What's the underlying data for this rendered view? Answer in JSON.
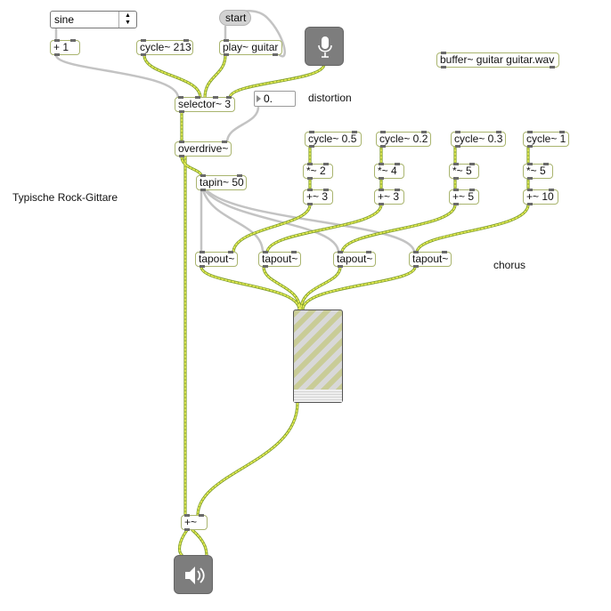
{
  "objects": {
    "sine_menu": "sine",
    "start_msg": "start",
    "plus_one": "+ 1",
    "cycle_213": "cycle~ 213",
    "play_guitar": "play~ guitar",
    "buffer": "buffer~ guitar guitar.wav",
    "selector": "selector~ 3",
    "number_box": "0.",
    "overdrive": "overdrive~",
    "tapin": "tapin~ 50",
    "cycle_a": "cycle~ 0.5",
    "cycle_b": "cycle~ 0.2",
    "cycle_c": "cycle~ 0.3",
    "cycle_d": "cycle~ 1",
    "mul_a": "*~ 2",
    "mul_b": "*~ 4",
    "mul_c": "*~ 5",
    "mul_d": "*~ 5",
    "add_a": "+~ 3",
    "add_b": "+~ 3",
    "add_c": "+~ 5",
    "add_d": "+~ 10",
    "tapout_a": "tapout~",
    "tapout_b": "tapout~",
    "tapout_c": "tapout~",
    "tapout_d": "tapout~",
    "plus_signal": "+~"
  },
  "comments": {
    "distortion": "distortion",
    "rock_guitar": "Typische Rock-Gittare",
    "chorus": "chorus"
  },
  "icons": {
    "adc": "microphone-icon",
    "dac": "speaker-icon"
  },
  "colors": {
    "object_border": "#a9b46e",
    "signal_cable": "#7f9e2b",
    "signal_cable_stripe": "#e8ee55",
    "control_cable": "#b8b8b8",
    "ezadc_bg": "#7d7d7d"
  }
}
